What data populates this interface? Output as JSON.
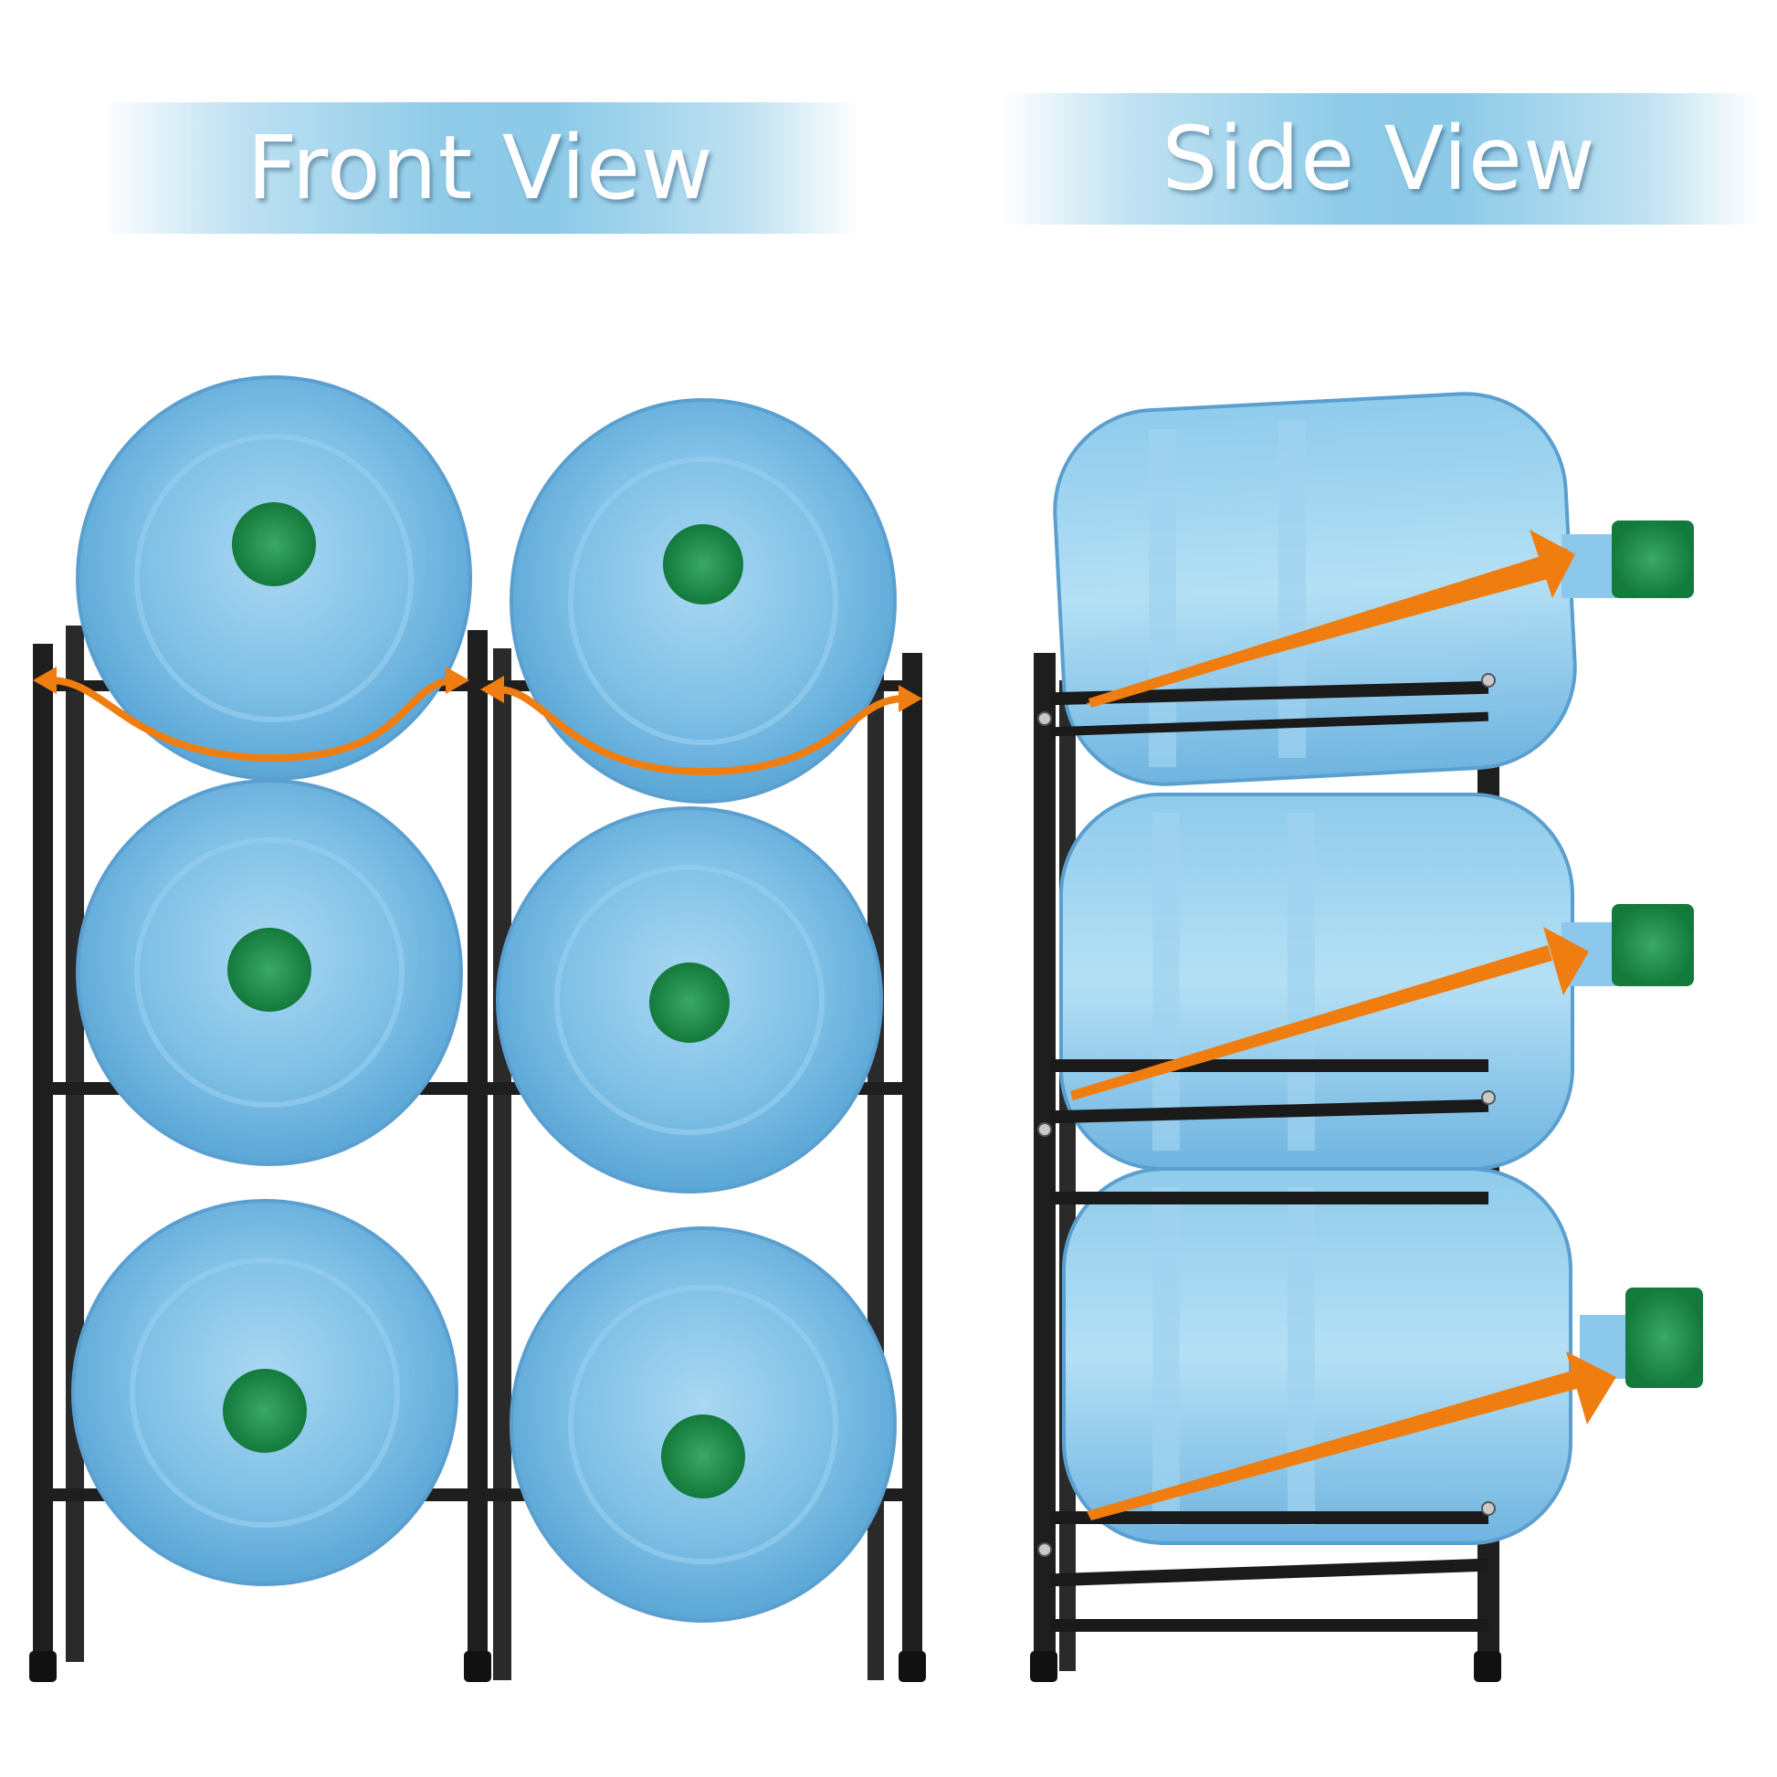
{
  "banners": {
    "front": {
      "label": "Front View"
    },
    "side": {
      "label": "Side View"
    }
  },
  "product": {
    "description": "3-tier water jug rack holding 5-gallon bottles",
    "front_view": {
      "columns": 2,
      "tiers": 3,
      "bottle_count": 6
    },
    "side_view": {
      "tiers": 3,
      "bottle_count": 3
    }
  },
  "colors": {
    "banner_gradient_mid": "#8ccae8",
    "banner_text": "#ffffff",
    "arrow_orange": "#f07d10",
    "rack_frame": "#1e1e1e",
    "bottle_blue": "#7fc0e6",
    "cap_green": "#1e8a4a"
  }
}
